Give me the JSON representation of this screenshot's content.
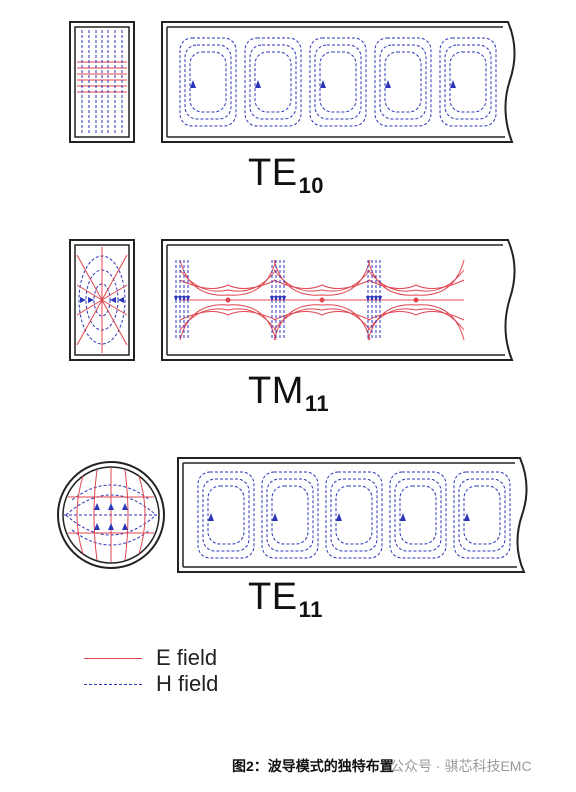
{
  "modes": [
    {
      "base": "TE",
      "sub": "10"
    },
    {
      "base": "TM",
      "sub": "11"
    },
    {
      "base": "TE",
      "sub": "11"
    }
  ],
  "legend": [
    {
      "label": "E field",
      "color": "#e0454f",
      "style": "solid"
    },
    {
      "label": "H field",
      "color": "#2b36b8",
      "style": "dashed"
    }
  ],
  "caption": "图2：波导模式的独特布置",
  "watermark": "公众号 · 骐芯科技EMC",
  "colors": {
    "e_field": "#e0454f",
    "h_field": "#2b36b8",
    "outline": "#222222"
  }
}
